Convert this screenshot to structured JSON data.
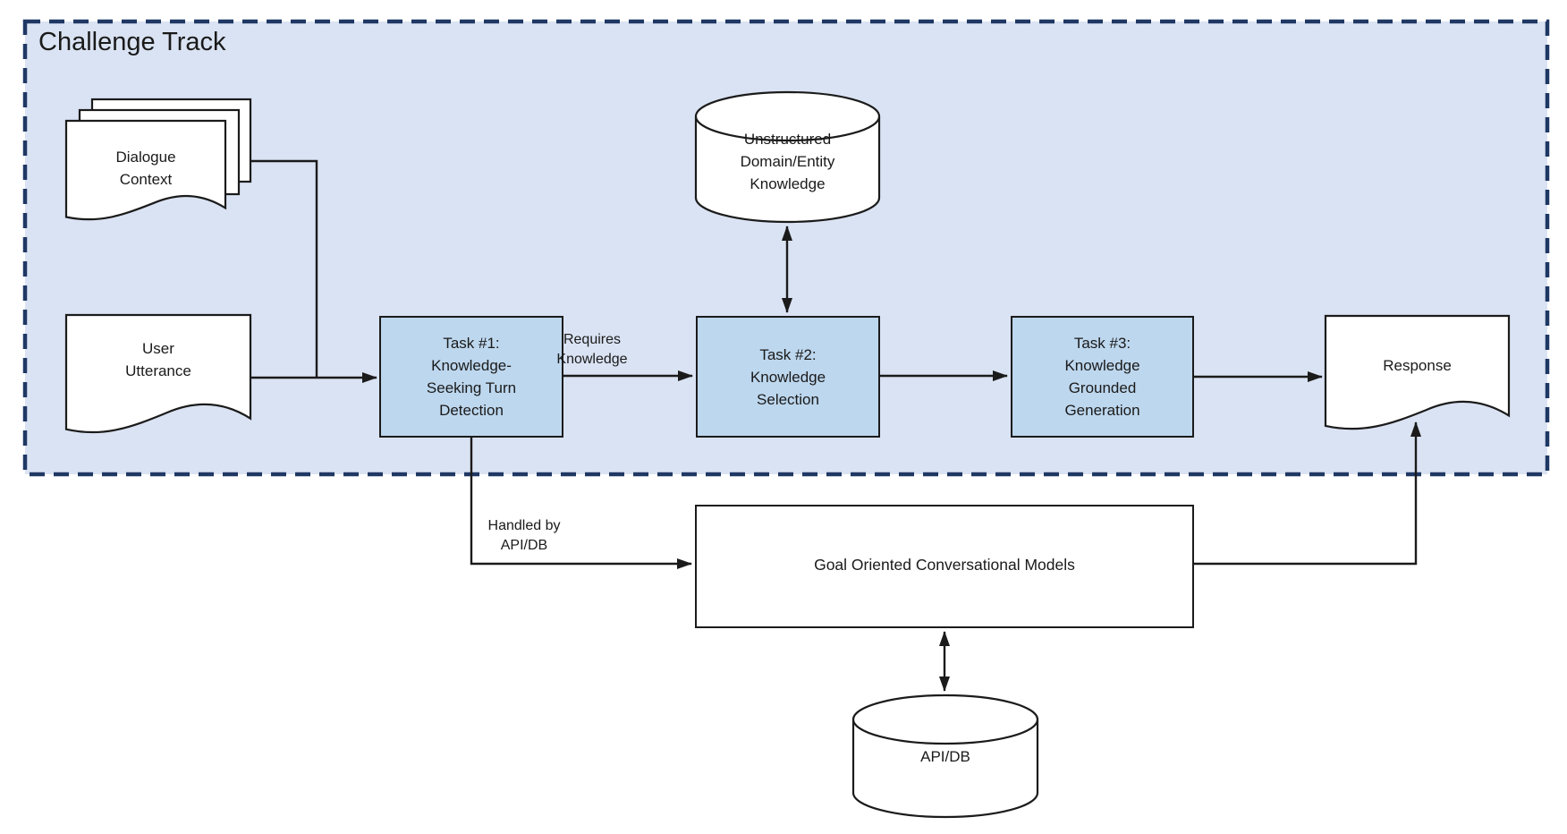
{
  "diagram": {
    "title": "Challenge Track",
    "nodes": {
      "dialogue_context": "Dialogue\nContext",
      "user_utterance": "User\nUtterance",
      "task1": "Task #1:\nKnowledge-\nSeeking Turn\nDetection",
      "task2": "Task #2:\nKnowledge\nSelection",
      "task3": "Task #3:\nKnowledge\nGrounded\nGeneration",
      "unstructured_knowledge": "Unstructured\nDomain/Entity\nKnowledge",
      "response": "Response",
      "goal_models": "Goal Oriented Conversational Models",
      "api_db": "API/DB"
    },
    "edge_labels": {
      "requires_knowledge": "Requires\nKnowledge",
      "handled_by_api_db": "Handled by\nAPI/DB"
    },
    "colors": {
      "track_fill": "#dae3f3",
      "track_border": "#1f3864",
      "task_fill": "#bdd7ee",
      "shape_fill": "#ffffff",
      "line_color": "#1b1b1b",
      "text_color": "#1a1a1a"
    }
  }
}
